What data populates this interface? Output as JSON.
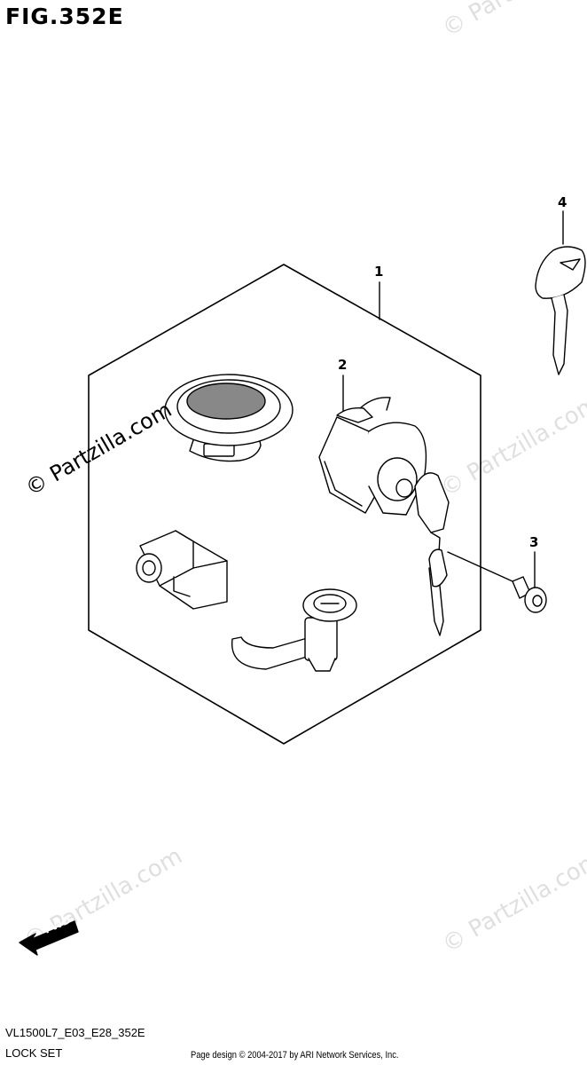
{
  "figure": {
    "title": "FIG.352E"
  },
  "callouts": [
    {
      "id": "1",
      "label": "1"
    },
    {
      "id": "2",
      "label": "2"
    },
    {
      "id": "3",
      "label": "3"
    },
    {
      "id": "4",
      "label": "4"
    }
  ],
  "watermark": {
    "text": "© Partzilla.com"
  },
  "fwd": {
    "label": "FWD"
  },
  "footer": {
    "code": "VL1500L7_E03_E28_352E",
    "name": "LOCK SET",
    "credit": "Page design © 2004-2017 by ARI Network Services, Inc."
  }
}
